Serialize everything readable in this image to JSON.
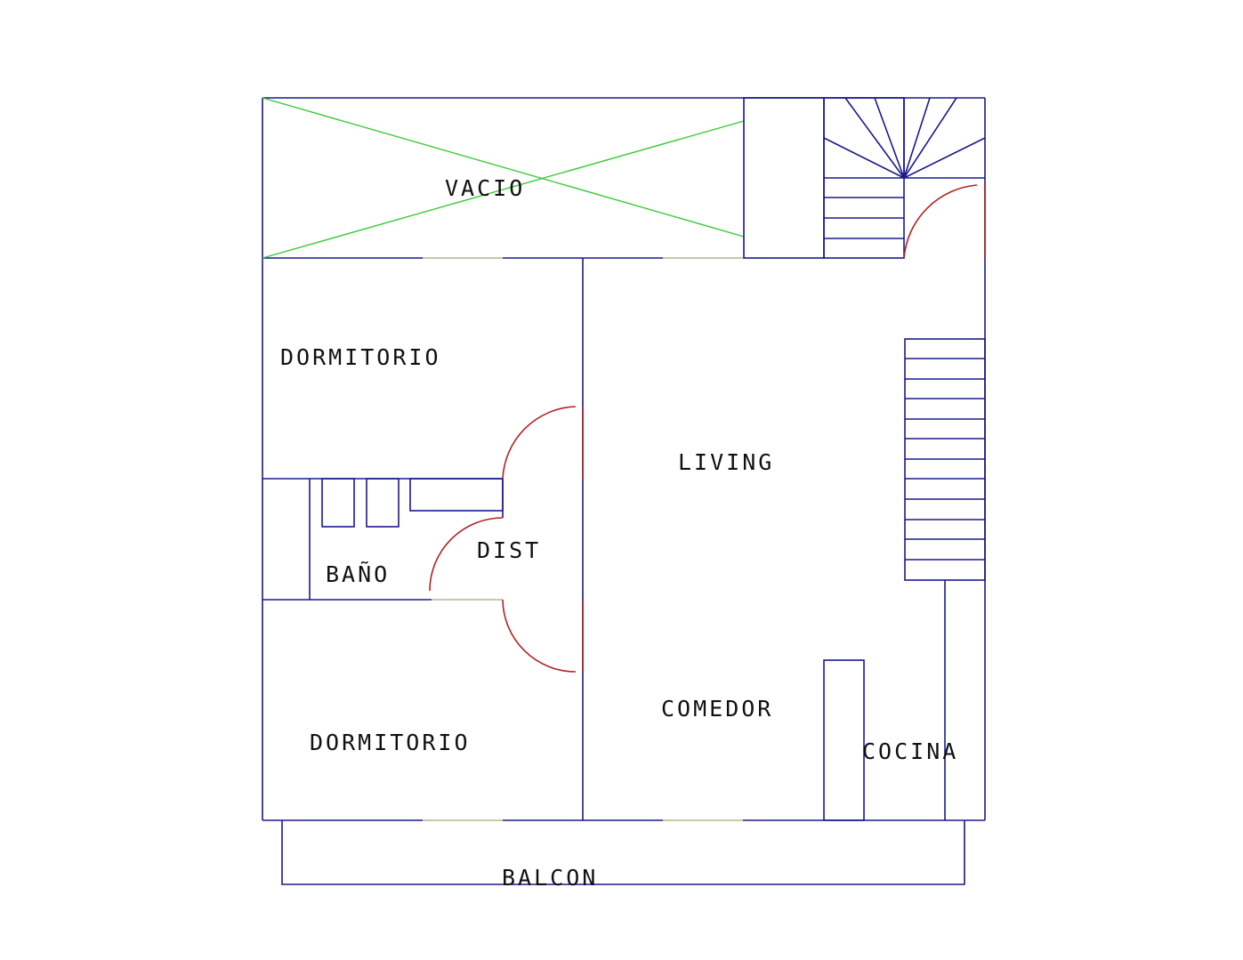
{
  "rooms": {
    "vacio": "VACIO",
    "dormitorio_top": "DORMITORIO",
    "living": "LIVING",
    "dist": "DIST",
    "bano": "BAÑO",
    "dormitorio_bottom": "DORMITORIO",
    "comedor": "COMEDOR",
    "cocina": "COCINA",
    "balcon": "BALCON"
  },
  "colors": {
    "walls": "#1a1a8c",
    "doors": "#b22222",
    "windows": "#b5b58a",
    "void_cross": "#33cc33"
  }
}
